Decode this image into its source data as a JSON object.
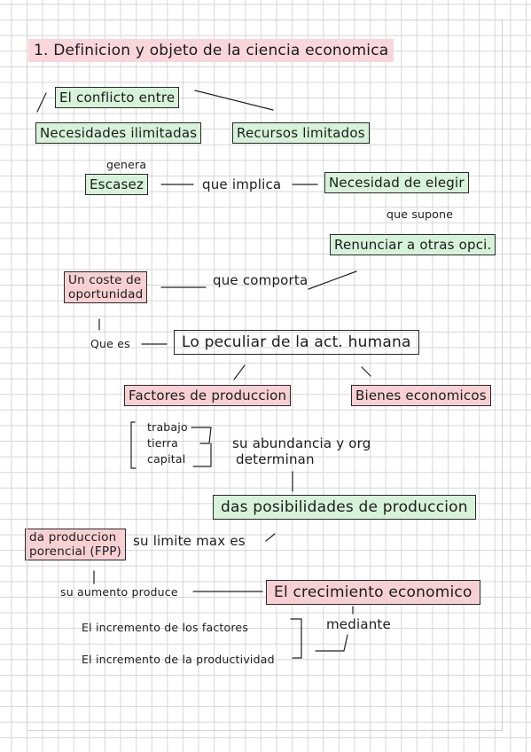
{
  "title": "1. Definicion y objeto de la ciencia economica",
  "conflicto": "El conflicto entre",
  "necesidades": "Necesidades ilimitadas",
  "recursos": "Recursos limitados",
  "genera": "genera",
  "escasez": "Escasez",
  "que_implica": "que implica",
  "necesidad_elegir": "Necesidad de elegir",
  "que_supone": "que supone",
  "renunciar": "Renunciar a otras opci.",
  "coste_line1": "Un coste de",
  "coste_line2": "oportunidad",
  "que_comporta": "que comporta",
  "que_es": "Que es",
  "peculiar": "Lo peculiar de la act. humana",
  "factores": "Factores de produccion",
  "bienes": "Bienes economicos",
  "factor_items": [
    "trabajo",
    "tierra",
    "capital"
  ],
  "abundancia_line1": "su abundancia y org",
  "abundancia_line2": "determinan",
  "posibilidades": "das posibilidades de produccion",
  "produccion_line1": "da produccion",
  "produccion_line2": "porencial (FPP)",
  "limite": "su limite max es",
  "aumento": "su aumento produce",
  "crecimiento": "El crecimiento economico",
  "incremento_factores": "El incremento de los factores",
  "mediante": "mediante",
  "incremento_productividad": "El incremento de la productividad"
}
